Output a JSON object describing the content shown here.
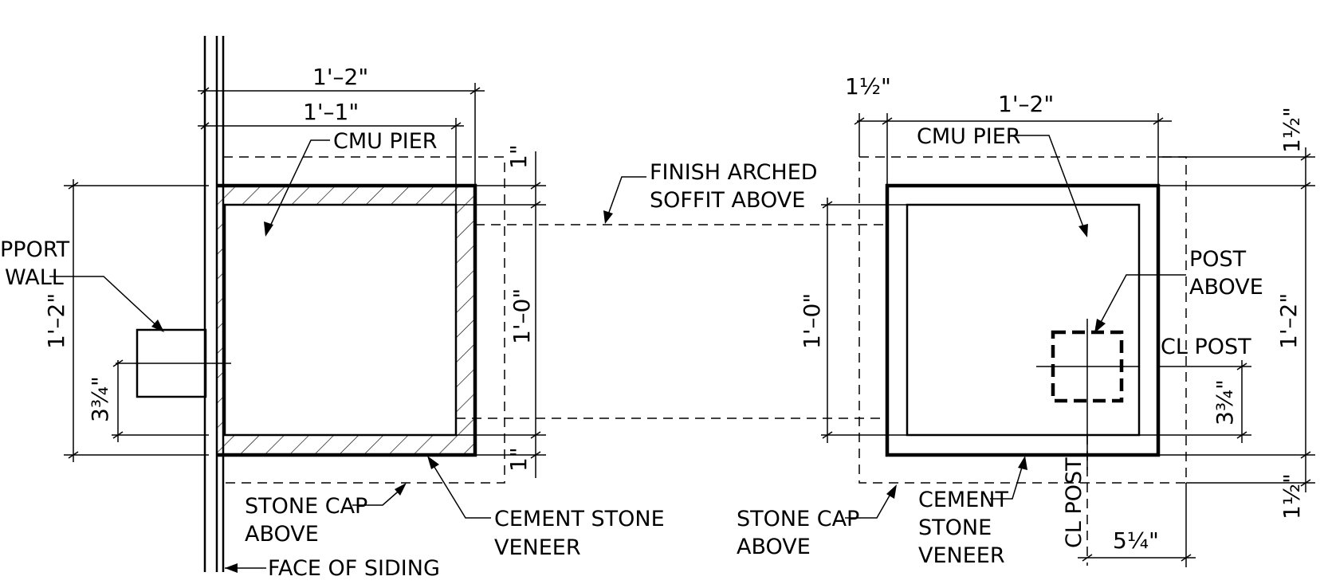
{
  "left_detail": {
    "dim_top_outer": "1'–2\"",
    "dim_top_inner": "1'–1\"",
    "dim_side_top": "1\"",
    "dim_side_bottom": "1\"",
    "dim_right_height": "1'–0\"",
    "dim_left_height": "1'–2\"",
    "dim_left_offset": "3¾\"",
    "label_cmu_pier": "CMU PIER",
    "label_support_wall_1": "PPORT",
    "label_support_wall_2": "WALL",
    "label_stone_cap_1": "STONE CAP",
    "label_stone_cap_2": "ABOVE",
    "label_veneer_1": "CEMENT STONE",
    "label_veneer_2": "VENEER",
    "label_face_of_siding": "FACE OF SIDING"
  },
  "center": {
    "label_soffit_1": "FINISH ARCHED",
    "label_soffit_2": "SOFFIT ABOVE"
  },
  "right_detail": {
    "dim_top_small": "1½\"",
    "dim_top_outer": "1'–2\"",
    "dim_left_height": "1'–0\"",
    "dim_right_height": "1'–2\"",
    "dim_right_top": "1½\"",
    "dim_right_bottom": "1½\"",
    "dim_right_offset": "3¾\"",
    "dim_bottom_offset": "5¼\"",
    "label_cmu_pier": "CMU PIER",
    "label_post_1": "POST",
    "label_post_2": "ABOVE",
    "label_cl_post": "CL POST",
    "label_cl_post_vertical": "CL POST",
    "label_stone_cap_1": "STONE CAP",
    "label_stone_cap_2": "ABOVE",
    "label_veneer_1": "CEMENT",
    "label_veneer_2": "STONE",
    "label_veneer_3": "VENEER"
  }
}
